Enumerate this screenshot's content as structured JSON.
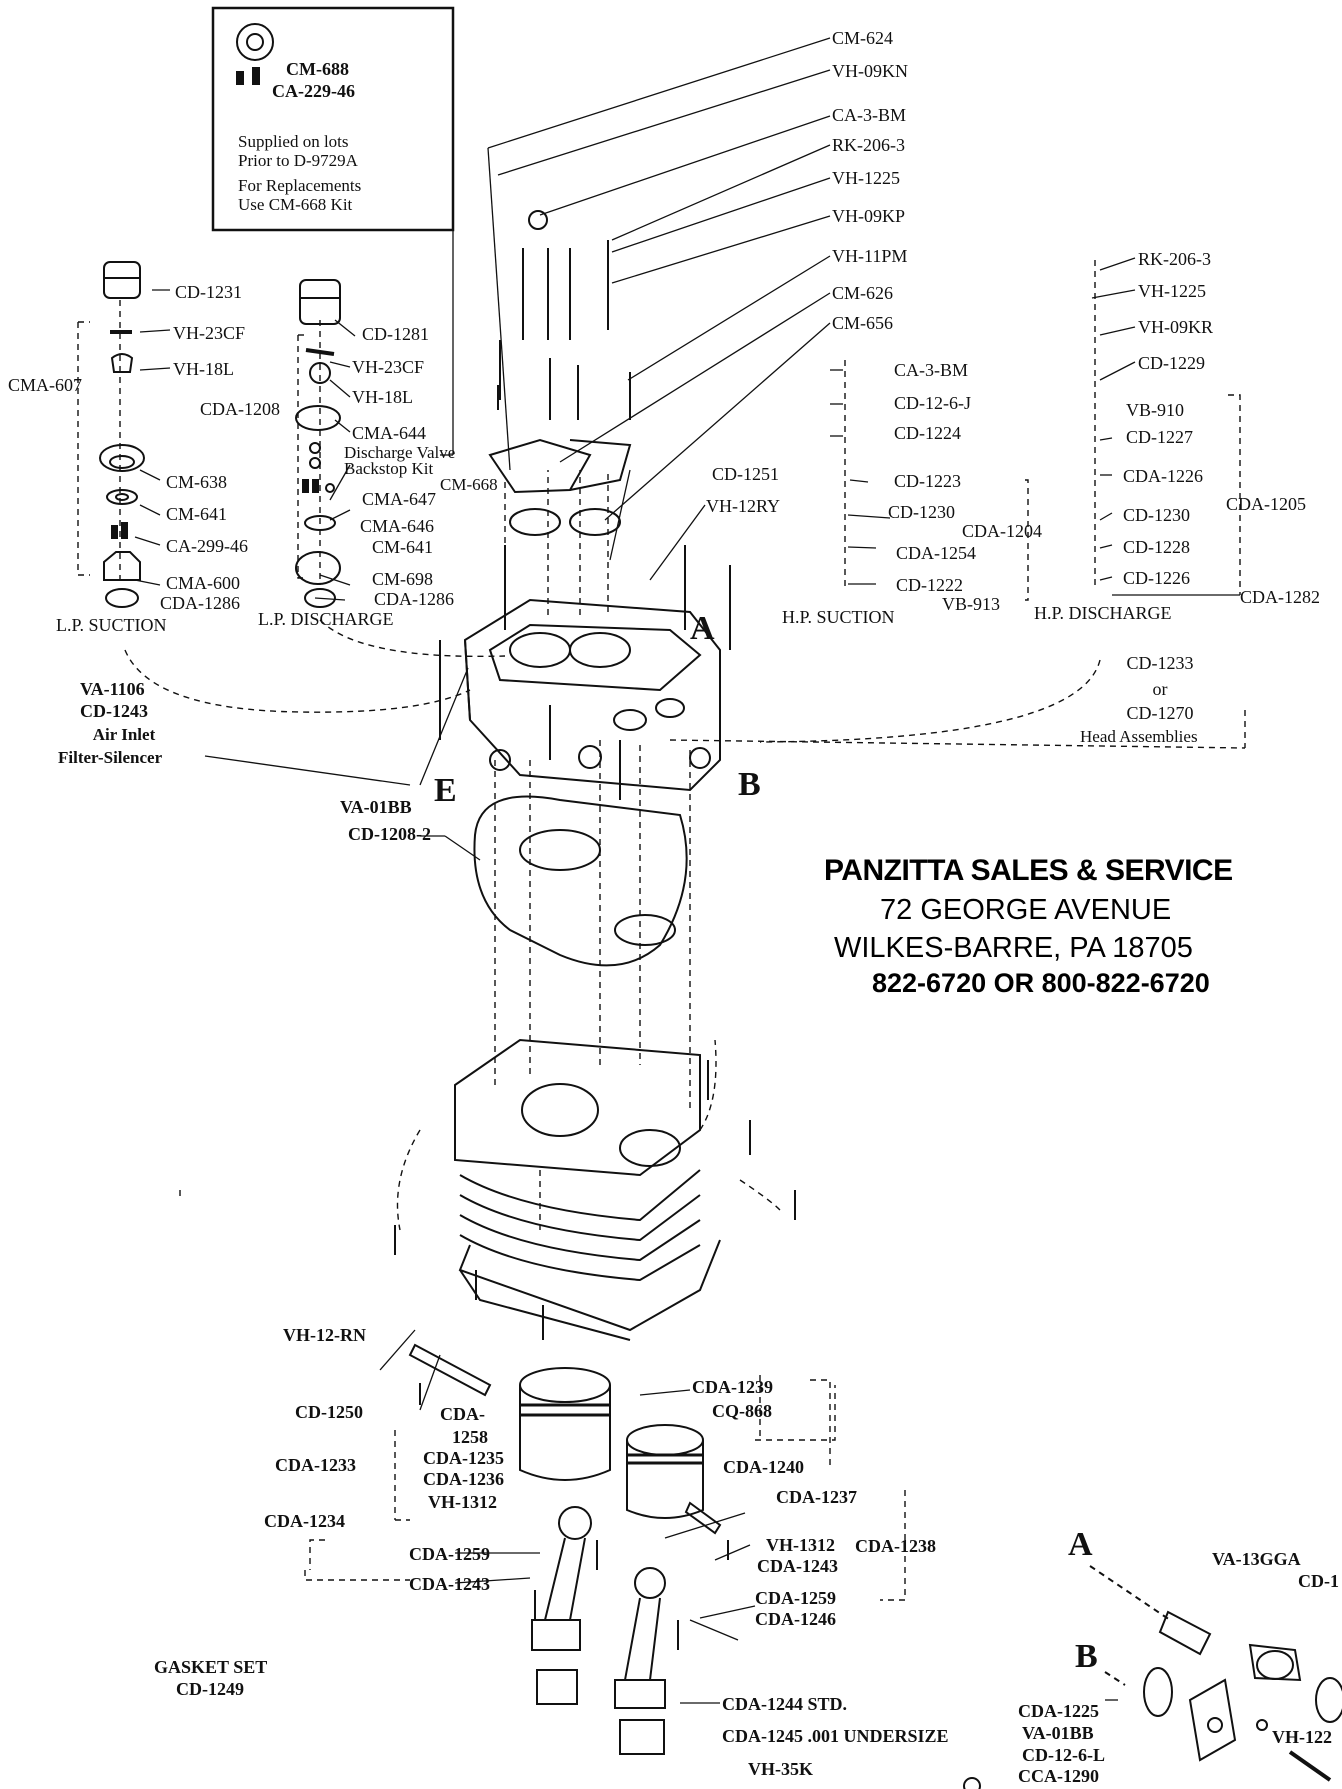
{
  "inset": {
    "part_a": "CM-688",
    "part_b": "CA-229-46",
    "note1_l1": "Supplied on lots",
    "note1_l2": "Prior to D-9729A",
    "note2_l1": "For Replacements",
    "note2_l2": "Use CM-668 Kit"
  },
  "top_right_parts": [
    "CM-624",
    "VH-09KN",
    "CA-3-BM",
    "RK-206-3",
    "VH-1225",
    "VH-09KP",
    "VH-11PM",
    "CM-626",
    "CM-656"
  ],
  "lp_suction": {
    "title": "L.P. SUCTION",
    "group": "CMA-607",
    "parts": [
      "CD-1231",
      "VH-23CF",
      "VH-18L",
      "CM-638",
      "CM-641",
      "CA-299-46",
      "CMA-600",
      "CDA-1286"
    ]
  },
  "lp_discharge": {
    "title": "L.P. DISCHARGE",
    "group": "CDA-1208",
    "kit_l1": "Discharge Valve",
    "kit_l2": "Backstop Kit",
    "kit_part": "CM-668",
    "parts": [
      "CD-1281",
      "VH-23CF",
      "VH-18L",
      "CMA-644",
      "CMA-647",
      "CMA-646",
      "CM-641",
      "CM-698",
      "CDA-1286"
    ]
  },
  "hp_suction": {
    "title": "H.P. SUCTION",
    "group": "CDA-1204",
    "parts": [
      "CA-3-BM",
      "CD-12-6-J",
      "CD-1224",
      "CD-1223",
      "CD-1230",
      "CDA-1254",
      "CD-1222",
      "VB-913"
    ]
  },
  "hp_discharge": {
    "title": "H.P. DISCHARGE",
    "group": "CDA-1205",
    "parts": [
      "RK-206-3",
      "VH-1225",
      "VH-09KR",
      "CD-1229",
      "VB-910",
      "CD-1227",
      "CDA-1226",
      "CD-1230",
      "CD-1228",
      "CD-1226",
      "CDA-1282"
    ]
  },
  "head": {
    "cd1251": "CD-1251",
    "vh12ry": "VH-12RY",
    "assy_l1": "CD-1233",
    "assy_l2": "or",
    "assy_l3": "CD-1270",
    "assy_l4": "Head Assemblies",
    "letter_a": "A",
    "letter_b": "B",
    "letter_e": "E"
  },
  "left_misc": {
    "va1106": "VA-1106",
    "cd1243": "CD-1243",
    "air_inlet": "Air Inlet",
    "filter": "Filter-Silencer",
    "va01bb": "VA-01BB",
    "cd1208_2": "CD-1208-2"
  },
  "dealer": {
    "name": "PANZITTA SALES & SERVICE",
    "street": "72 GEORGE AVENUE",
    "city": "WILKES-BARRE,  PA  18705",
    "phone": "822-6720  OR   800-822-6720"
  },
  "lower": {
    "vh12rn": "VH-12-RN",
    "cd1250": "CD-1250",
    "cda1258_a": "CDA-",
    "cda1258_b": "1258",
    "cda1235": "CDA-1235",
    "cda1236": "CDA-1236",
    "cda1233": "CDA-1233",
    "vh1312a": "VH-1312",
    "cda1234": "CDA-1234",
    "cda1239": "CDA-1239",
    "cq868": "CQ-868",
    "cda1240": "CDA-1240",
    "cda1237": "CDA-1237",
    "cda1238": "CDA-1238",
    "cda1259a": "CDA-1259",
    "cda1243a": "CDA-1243",
    "vh1312b": "VH-1312",
    "cda1243b": "CDA-1243",
    "cda1259b": "CDA-1259",
    "cda1246": "CDA-1246",
    "cda1244": "CDA-1244 STD.",
    "cda1245": "CDA-1245 .001 UNDERSIZE",
    "vh35k": "VH-35K",
    "gasket_l1": "GASKET SET",
    "gasket_l2": "CD-1249"
  },
  "detail": {
    "letter_a": "A",
    "letter_b": "B",
    "va13gga": "VA-13GGA",
    "cd1_cut": "CD-1",
    "cda1225": "CDA-1225",
    "va01bb": "VA-01BB",
    "cd126l": "CD-12-6-L",
    "cca1290": "CCA-1290",
    "vh122_cut": "VH-122"
  }
}
